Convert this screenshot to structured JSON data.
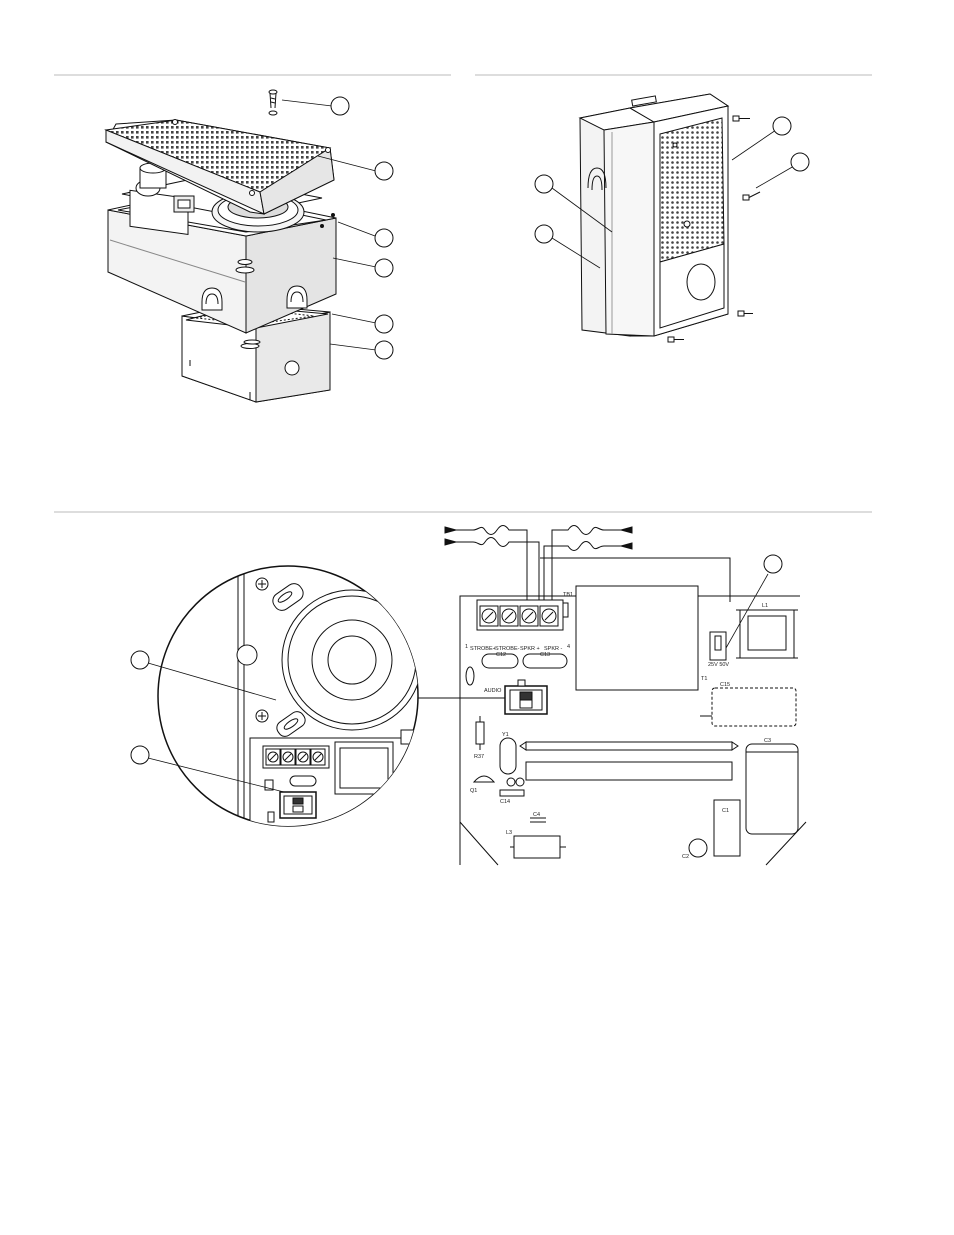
{
  "board": {
    "terminals": [
      "STROBE+",
      "STROBE-",
      "SPKR +",
      "SPKR -"
    ],
    "pin_left": "1",
    "pin_right": "4",
    "tb_label": "TB1",
    "audio_label": "AUDIO",
    "components": {
      "c12": "C12",
      "c13": "C13",
      "c15": "C15",
      "c3": "C3",
      "c1": "C1",
      "c4": "C4",
      "c14": "C14",
      "r37": "R37",
      "q1": "Q1",
      "y1": "Y1",
      "l1": "L1",
      "l3": "L3",
      "t1": "T1",
      "c2": "C2",
      "dip": "25V  50V"
    }
  }
}
